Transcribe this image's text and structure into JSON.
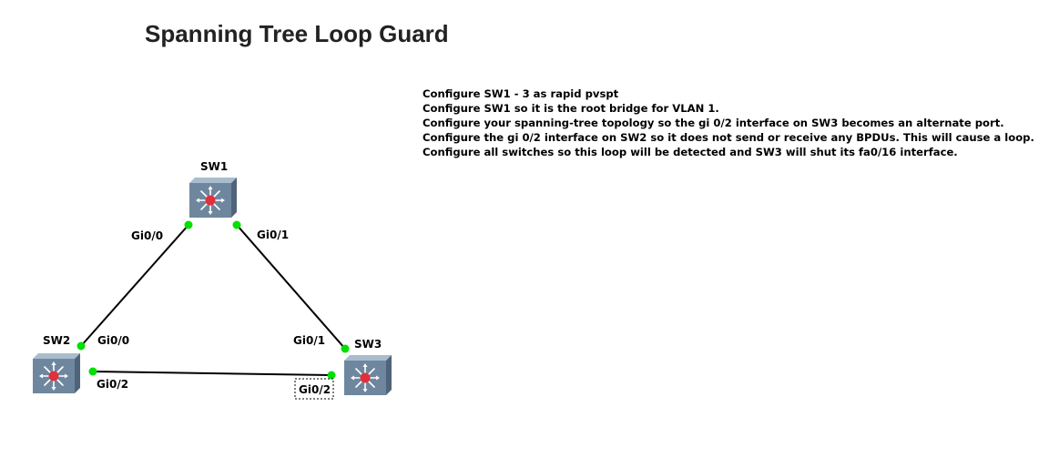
{
  "title": "Spanning Tree Loop Guard",
  "instructions": [
    "Configure SW1 - 3 as rapid pvspt",
    "Configure SW1 so it is the root bridge for VLAN 1.",
    "Configure your spanning-tree topology so the gi 0/2 interface on SW3 becomes an alternate port.",
    "Configure the gi 0/2 interface on SW2 so it does not send or receive any BPDUs. This will cause a loop.",
    "Configure all switches so this loop will be detected and SW3 will shut its fa0/16 interface."
  ],
  "topology": {
    "switches": [
      {
        "id": "sw1",
        "label": "SW1",
        "icon": "multilayer-switch-icon"
      },
      {
        "id": "sw2",
        "label": "SW2",
        "icon": "multilayer-switch-icon"
      },
      {
        "id": "sw3",
        "label": "SW3",
        "icon": "multilayer-switch-icon"
      }
    ],
    "links": [
      {
        "id": "sw1-sw2",
        "a_label": "Gi0/0",
        "b_label": "Gi0/0"
      },
      {
        "id": "sw1-sw3",
        "a_label": "Gi0/1",
        "b_label": "Gi0/1"
      },
      {
        "id": "sw2-sw3",
        "a_label": "Gi0/2",
        "b_label": "Gi0/2"
      }
    ],
    "colors": {
      "link": "#000000",
      "port_dot": "#00e000",
      "switch_face": "#6f879e",
      "switch_top": "#a8bccd",
      "switch_side": "#4f6479",
      "switch_core": "#e0303c"
    }
  }
}
